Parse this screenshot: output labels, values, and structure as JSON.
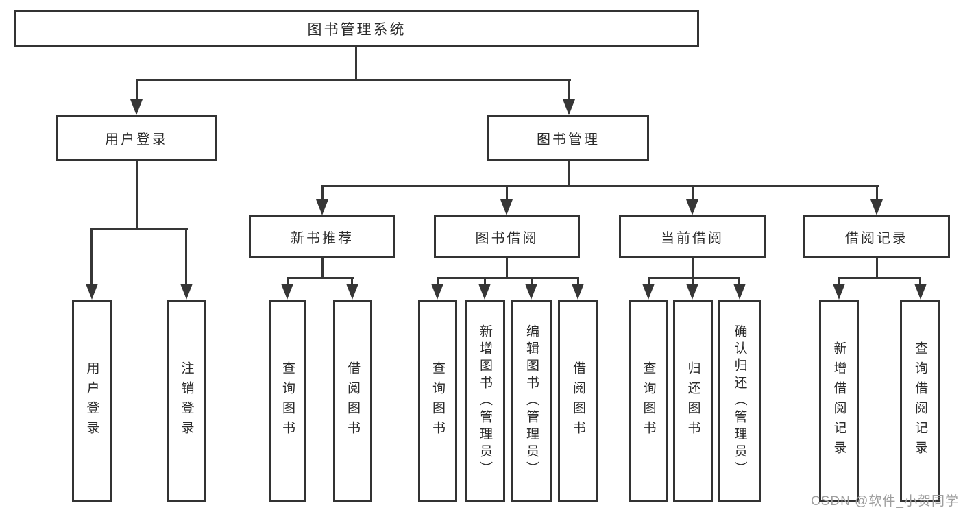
{
  "diagram": {
    "root": {
      "label": "图书管理系统"
    },
    "user_login": {
      "label": "用户登录",
      "children": [
        {
          "label": "用户登录"
        },
        {
          "label": "注销登录"
        }
      ]
    },
    "book_mgmt": {
      "label": "图书管理",
      "sections": [
        {
          "label": "新书推荐",
          "children": [
            {
              "label": "查询图书"
            },
            {
              "label": "借阅图书"
            }
          ]
        },
        {
          "label": "图书借阅",
          "children": [
            {
              "label": "查询图书"
            },
            {
              "label": "新增图书（管理员）"
            },
            {
              "label": "编辑图书（管理员）"
            },
            {
              "label": "借阅图书"
            }
          ]
        },
        {
          "label": "当前借阅",
          "children": [
            {
              "label": "查询图书"
            },
            {
              "label": "归还图书"
            },
            {
              "label": "确认归还（管理员）"
            }
          ]
        },
        {
          "label": "借阅记录",
          "children": [
            {
              "label": "新增借阅记录"
            },
            {
              "label": "查询借阅记录"
            }
          ]
        }
      ]
    }
  },
  "watermark": {
    "text": "CSDN @软件_小贺同学"
  },
  "colors": {
    "line": "#363636",
    "border": "#333333",
    "text": "#2b2b2b",
    "watermark": "#9e9e9e",
    "background": "#ffffff"
  }
}
